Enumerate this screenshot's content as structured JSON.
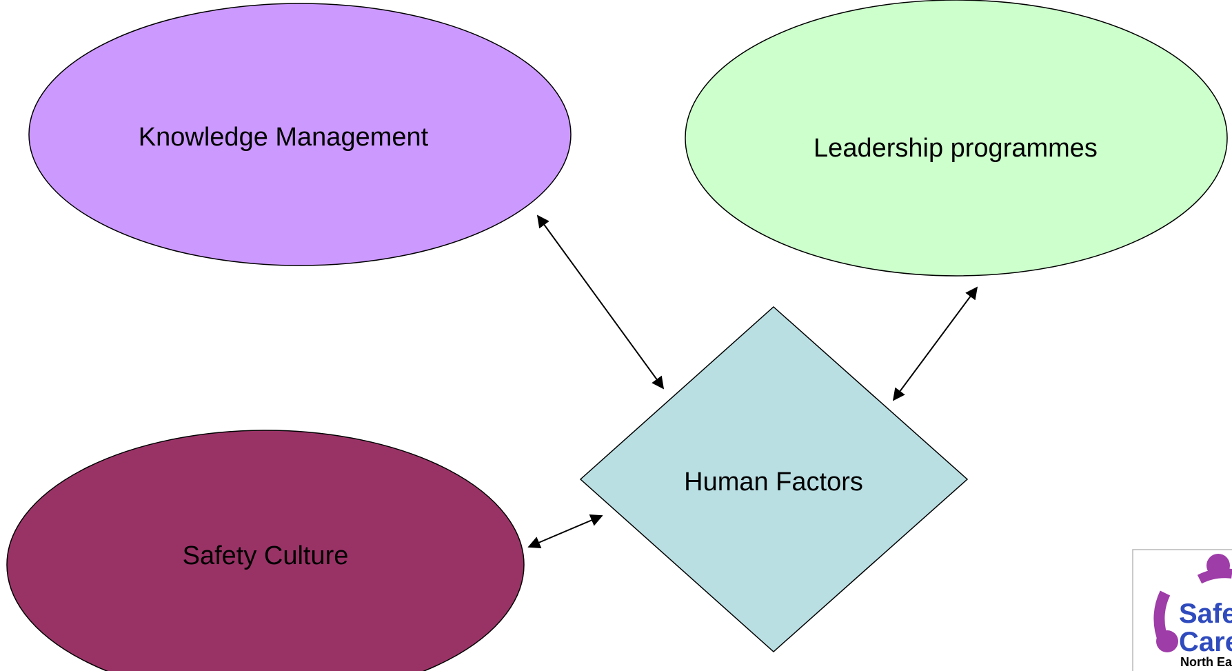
{
  "nodes": {
    "knowledge_management": {
      "label": "Knowledge Management",
      "fill": "#cc99ff"
    },
    "leadership_programmes": {
      "label": "Leadership programmes",
      "fill": "#ccffcc"
    },
    "safety_culture": {
      "label": "Safety Culture",
      "fill": "#993366"
    },
    "human_factors": {
      "label": "Human Factors",
      "fill": "#b9dfe3"
    }
  },
  "logo": {
    "line1": "Safe",
    "line2": "Care",
    "line3": "North East",
    "accent_color": "#9e3ca8",
    "text_color": "#2f4bbd"
  },
  "colors": {
    "stroke": "#000000",
    "background": "#ffffff"
  }
}
